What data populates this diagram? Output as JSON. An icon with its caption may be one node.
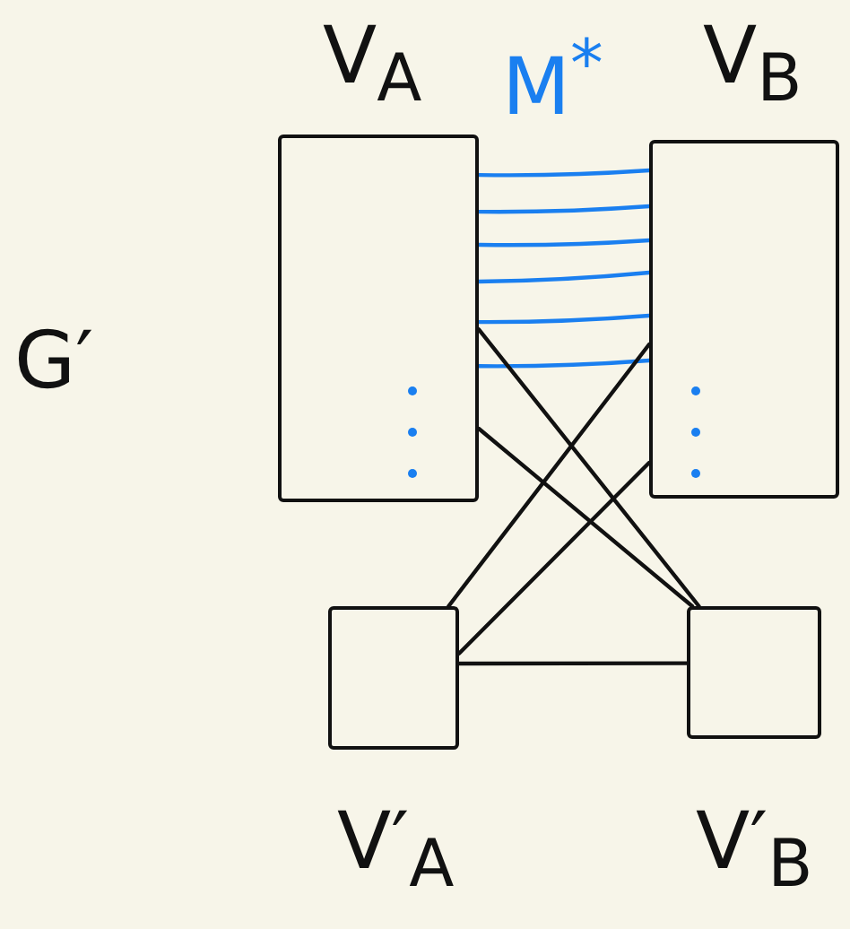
{
  "diagram": {
    "nodes": [
      {
        "text": [
          "V$_{A}$"
        ]
      },
      {
        "text": [
          "V$_{B}$"
        ]
      },
      {
        "text": [
          "V′$_{A}$"
        ]
      },
      {
        "text": [
          "V′$_{B}$"
        ]
      }
    ],
    "edges": [
      {
        "from": 0,
        "to": 1,
        "arrow": "none"
      },
      {
        "from": 0,
        "to": 1,
        "arrow": "none"
      },
      {
        "from": 0,
        "to": 1,
        "arrow": "none"
      },
      {
        "from": 0,
        "to": 1,
        "arrow": "none"
      },
      {
        "from": 0,
        "to": 1,
        "arrow": "none"
      },
      {
        "from": 0,
        "to": 1,
        "arrow": "none"
      },
      {
        "from": 0,
        "to": 3,
        "arrow": "none",
        "color": "#111111"
      },
      {
        "from": 0,
        "to": 3,
        "arrow": "none",
        "color": "#111111"
      },
      {
        "from": 1,
        "to": 2,
        "arrow": "none",
        "color": "#111111"
      },
      {
        "from": 1,
        "to": 2,
        "arrow": "none",
        "color": "#111111"
      },
      {
        "from": 2,
        "to": 3,
        "arrow": "none",
        "color": "#111111"
      }
    ],
    "labels": [
      "G′",
      "M$^{*}$"
    ]
  }
}
